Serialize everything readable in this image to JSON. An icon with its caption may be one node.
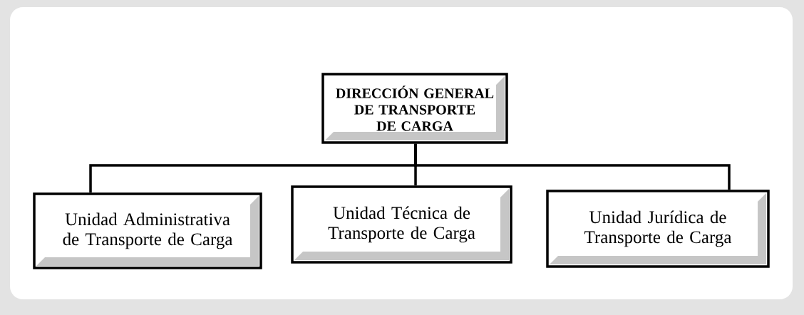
{
  "diagram": {
    "nodes": [
      {
        "text": [
          "DIRECCIÓN GENERAL DE TRANSPORTE DE CARGA"
        ]
      },
      {
        "text": [
          "Unidad Administrativa de Transporte de Carga"
        ]
      },
      {
        "text": [
          "Unidad Técnica de Transporte de Carga"
        ]
      },
      {
        "text": [
          "Unidad Jurídica de Transporte de Carga"
        ]
      }
    ],
    "edges": [
      {
        "from": 0,
        "to": 1,
        "arrow": "none"
      },
      {
        "from": 0,
        "to": 2,
        "arrow": "none"
      },
      {
        "from": 0,
        "to": 3,
        "arrow": "none"
      }
    ]
  }
}
